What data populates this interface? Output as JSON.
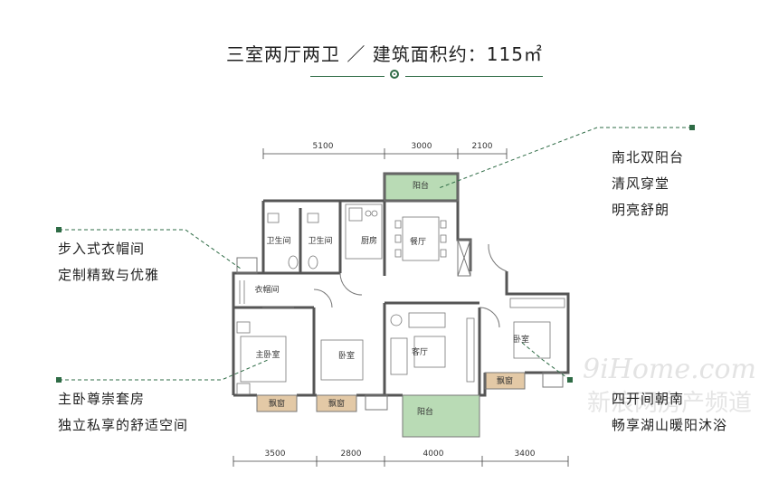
{
  "title": "三室两厅两卫 ／ 建筑面积约：115㎡",
  "features": {
    "top_right": [
      "南北双阳台",
      "清风穿堂",
      "明亮舒朗"
    ],
    "left_top": [
      "步入式衣帽间",
      "定制精致与优雅"
    ],
    "left_bottom": [
      "主卧尊崇套房",
      "独立私享的舒适空间"
    ],
    "right_bottom": [
      "四开间朝南",
      "畅享湖山暖阳沐浴"
    ]
  },
  "dimensions": {
    "top": [
      "5100",
      "3000",
      "2100"
    ],
    "bottom": [
      "3500",
      "2800",
      "4000",
      "3400"
    ]
  },
  "rooms": {
    "balcony_north": "阳台",
    "bath1": "卫生间",
    "bath2": "卫生间",
    "kitchen": "厨房",
    "dining": "餐厅",
    "closet": "衣帽间",
    "master_bedroom": "主卧室",
    "bedroom2": "卧室",
    "living": "客厅",
    "bedroom3": "卧室",
    "bay_window1": "飘窗",
    "bay_window2": "飘窗",
    "bay_window3": "飘窗",
    "balcony_south": "阳台"
  },
  "watermark": {
    "script": "9iHome.com",
    "cn": "新浪网房产频道"
  },
  "colors": {
    "accent": "#2e6b45",
    "balcony": "#b9dbb5",
    "bay_window": "#e3c9a6",
    "wall": "#555555"
  }
}
